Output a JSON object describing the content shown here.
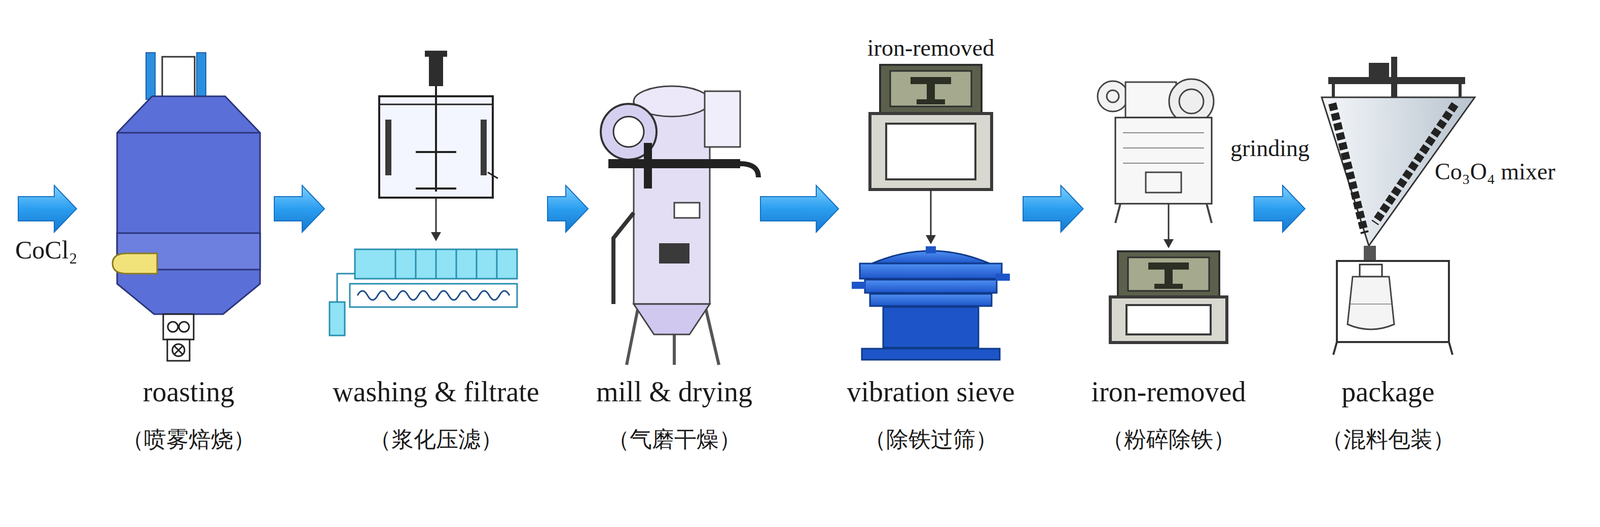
{
  "diagram": {
    "nodes": [
      {
        "text": [
          "roasting",
          "（喷雾焙烧）"
        ]
      },
      {
        "text": [
          "washing & filtrate",
          "（浆化压滤）"
        ]
      },
      {
        "text": [
          "mill & drying",
          "（气磨干燥）"
        ]
      },
      {
        "text": [
          "vibration sieve",
          "（除铁过筛）"
        ]
      },
      {
        "text": [
          "iron-removed",
          "（粉碎除铁）"
        ]
      },
      {
        "text": [
          "package",
          "（混料包装）"
        ]
      }
    ],
    "edges": [
      {
        "from": 0,
        "to": 1,
        "arrow": "to"
      },
      {
        "from": 1,
        "to": 2,
        "arrow": "to"
      },
      {
        "from": 2,
        "to": 3,
        "arrow": "to"
      },
      {
        "from": 3,
        "to": 4,
        "arrow": "to"
      },
      {
        "from": 4,
        "to": 5,
        "arrow": "to"
      }
    ],
    "labels": [
      "CoCl₂",
      "iron-removed",
      "grinding",
      "Co₃O₄ mixer"
    ]
  }
}
